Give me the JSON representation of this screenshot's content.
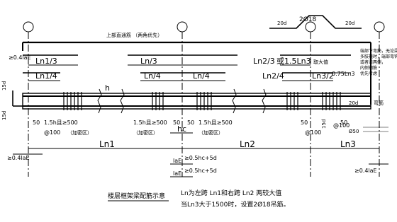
{
  "diagram": {
    "top_rebar": {
      "spec": "2Ø18",
      "hook_left": "20d",
      "hook_right": "20d"
    },
    "top_through_bars": "上部直通筋 （两角优先）",
    "right_note": [
      "端部下弯筋，无论梁宽",
      "多肢箍时，端部弯钩",
      "或者梁两侧，",
      "内侧钢筋",
      "优先考虑"
    ],
    "labels": {
      "la_left": "≥0.4laE",
      "ln1_3": "Ln1/3",
      "ln1_4": "Ln1/4",
      "ln_3": "Ln/3",
      "ln_4a": "Ln/4",
      "ln2_3": "Ln2/3",
      "ln15": "或1.5Ln3",
      "ln15_tail": "取大值",
      "ln2_4": "Ln2/4",
      "ln_4b": "Ln/4",
      "ln3_2": "Ln3/2",
      "la075": "0.75Ln3",
      "h": "h",
      "d15_left": "15d",
      "d15_left2": "15d",
      "d15_right": "15d",
      "d20": "20d",
      "n50_a": "50",
      "n50_b": "50",
      "n50_c": "50",
      "n50_d": "50",
      "n50_e": "50",
      "phi50": "Ø50",
      "n15h_a": "1.5h且≥500",
      "n15h_b": "1.5h且≥500",
      "n15h_c": "1.5h且≥500",
      "at100_a": "@100",
      "at100_b": "@100",
      "at100_c": "@100",
      "jm_a": "（加密区）",
      "jm_b": "（加密区）",
      "jm_c": "（加密区）",
      "hc": "hc",
      "ln1": "Ln1",
      "ln2": "Ln2",
      "ln3": "Ln3",
      "hc5d_a": "≥0.5hc+5d",
      "hc5d_b": "≥0.5hc+5d",
      "lae_a": "laE",
      "lae_b": "laE",
      "la_left_bot": "≥0.4laE",
      "la_right_bot": "≥0.4laE",
      "bent": "弯筋"
    },
    "caption": {
      "title": "楼层框架梁配筋示意",
      "line1": "Ln为左跨  Ln1和右跨  Ln2  两较大值",
      "line2": "当Ln3大于1500时，设置2Ø18吊筋。"
    }
  }
}
